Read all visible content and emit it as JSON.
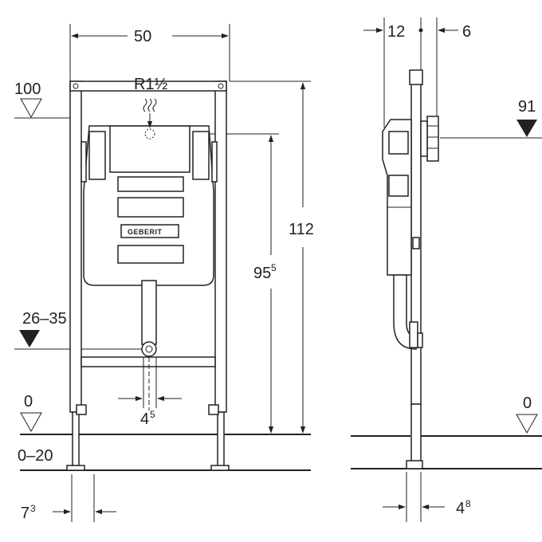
{
  "front": {
    "width": "50",
    "connection": "R1½",
    "height_total": "112",
    "height_valve_main": "95",
    "height_valve_sup": "5",
    "level_top": "100",
    "level_drain": "26–35",
    "level_floor": "0",
    "level_adjust": "0–20",
    "drain_offset_main": "4",
    "drain_offset_sup": "5",
    "foot_offset_main": "7",
    "foot_offset_sup": "3",
    "brand": "GEBERIT"
  },
  "side": {
    "depth_front": "12",
    "depth_back": "6",
    "level_top": "91",
    "level_floor": "0",
    "foot_offset_main": "4",
    "foot_offset_sup": "8"
  }
}
